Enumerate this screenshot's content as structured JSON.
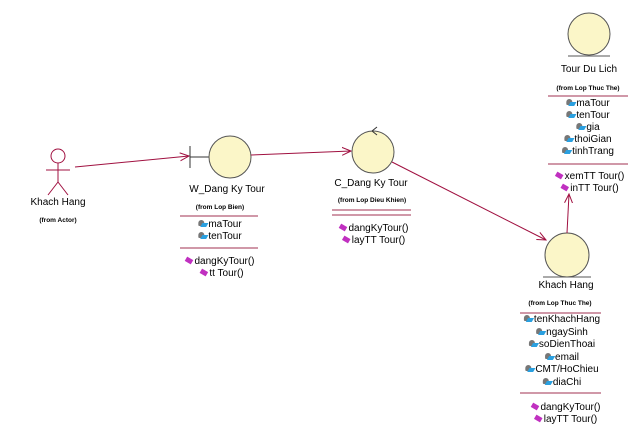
{
  "actor": {
    "name": "Khach Hang",
    "from": "(from Actor)"
  },
  "boundary": {
    "name": "W_Dang Ky Tour",
    "from": "(from Lop Bien)",
    "attributes": [
      "maTour",
      "tenTour"
    ],
    "operations": [
      "dangKyTour()",
      "tt Tour()"
    ]
  },
  "control": {
    "name": "C_Dang Ky Tour",
    "from": "(from Lop Dieu Khien)",
    "attributes": [],
    "operations": [
      "dangKyTour()",
      "layTT Tour()"
    ]
  },
  "entity_tour": {
    "name": "Tour Du Lich",
    "from": "(from Lop Thuc The)",
    "attributes": [
      "maTour",
      "tenTour",
      "gia",
      "thoiGian",
      "tinhTrang"
    ],
    "operations": [
      "xemTT Tour()",
      "inTT Tour()"
    ]
  },
  "entity_khach": {
    "name": "Khach Hang",
    "from": "(from Lop Thuc The)",
    "attributes": [
      "tenKhachHang",
      "ngaySinh",
      "soDienThoai",
      "email",
      "CMT/HoChieu",
      "diaChi"
    ],
    "operations": [
      "dangKyTour()",
      "layTT Tour()"
    ]
  },
  "colors": {
    "class_fill": "#fbf6c8",
    "line": "#a01040",
    "divider": "#a03050"
  }
}
